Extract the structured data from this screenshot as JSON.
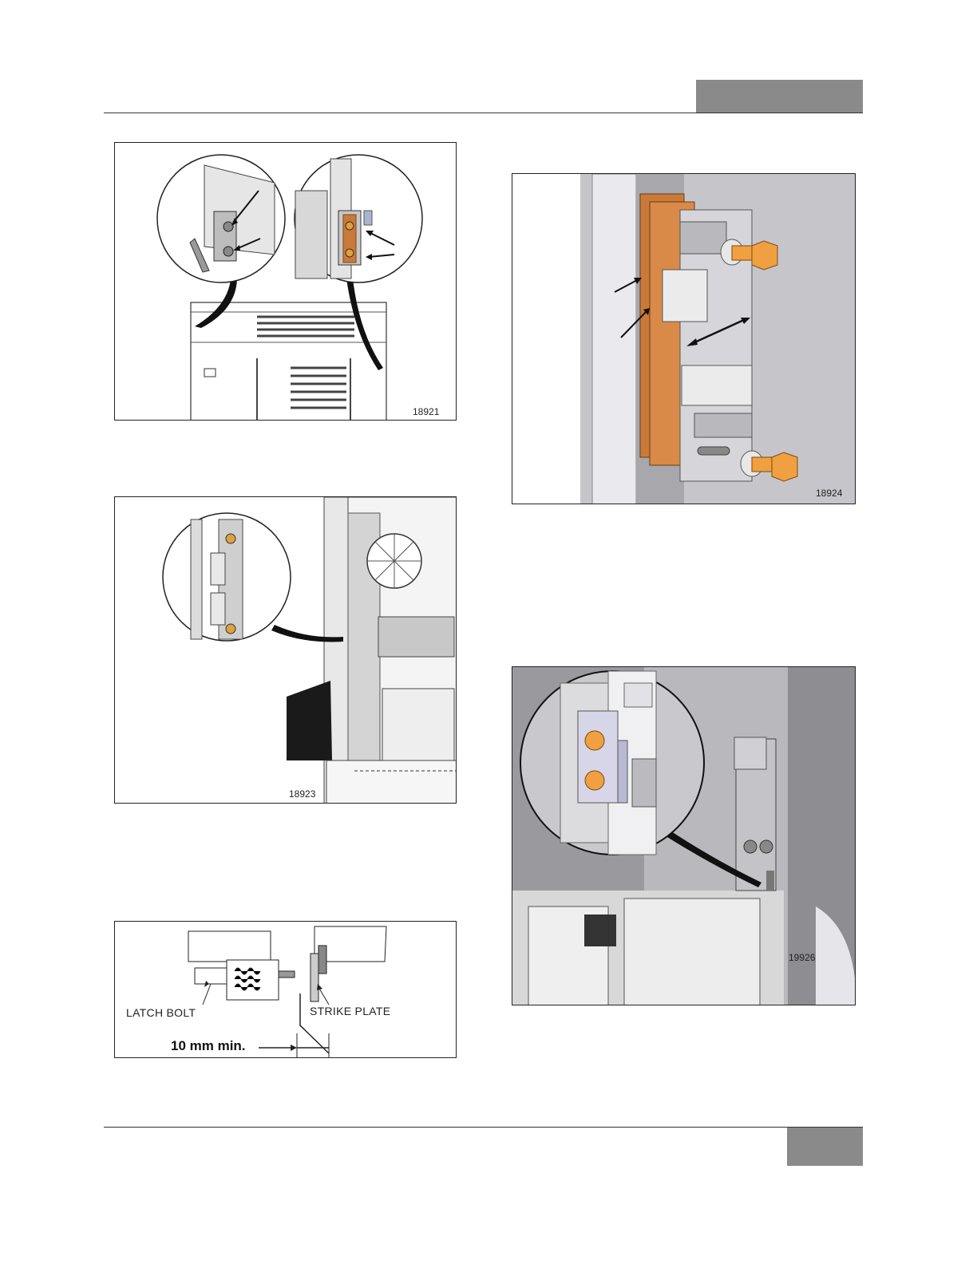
{
  "figures": {
    "fig1": {
      "number": "18921"
    },
    "fig2": {
      "number": "18923"
    },
    "fig3": {
      "latch_bolt_label": "LATCH BOLT",
      "strike_plate_label": "STRIKE PLATE",
      "clearance_label": "10 mm min."
    },
    "fig4": {
      "number": "18924"
    },
    "fig5": {
      "number": "19926"
    }
  },
  "colors": {
    "header_tab": "#8a8a8a",
    "shim_orange": "#c97a3a",
    "bolt_orange": "#f0a040"
  }
}
